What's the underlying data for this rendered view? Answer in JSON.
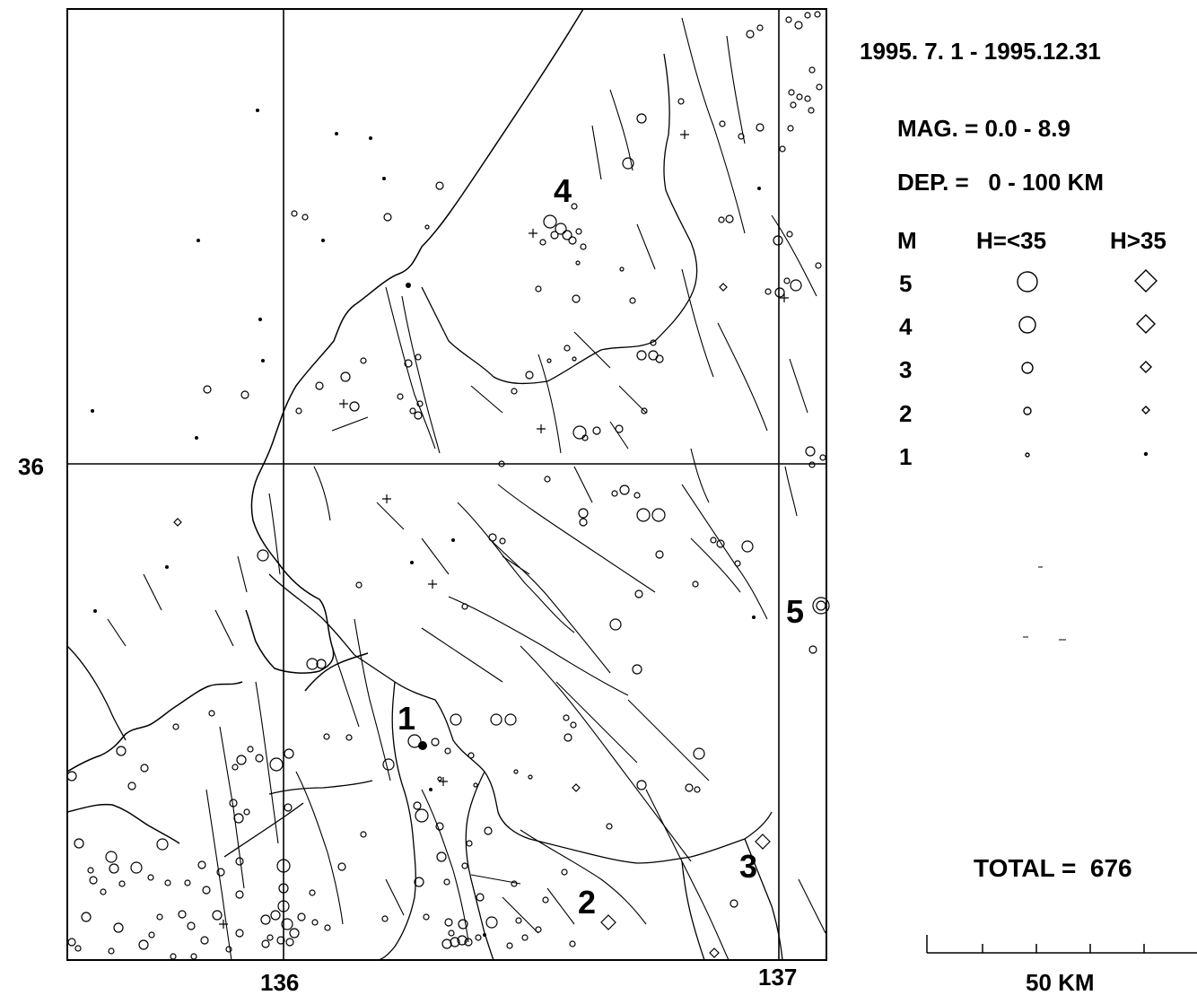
{
  "date_range": "1995. 7. 1 - 1995.12.31",
  "magnitude": "MAG. = 0.0 - 8.9",
  "depth": "DEP. =   0 - 100 KM",
  "legend": {
    "col_m": "M",
    "col_shallow": "H=<35",
    "col_deep": "H>35",
    "rows": [
      "5",
      "4",
      "3",
      "2",
      "1"
    ]
  },
  "total": "TOTAL =  676",
  "scale_label": "50 KM",
  "axis": {
    "lat_label": "36",
    "lon_labels": [
      "136",
      "137"
    ]
  },
  "regions": [
    "1",
    "2",
    "3",
    "4",
    "5"
  ],
  "symbols": {
    "shallow": "circle",
    "deep": "diamond",
    "other": "cross"
  }
}
